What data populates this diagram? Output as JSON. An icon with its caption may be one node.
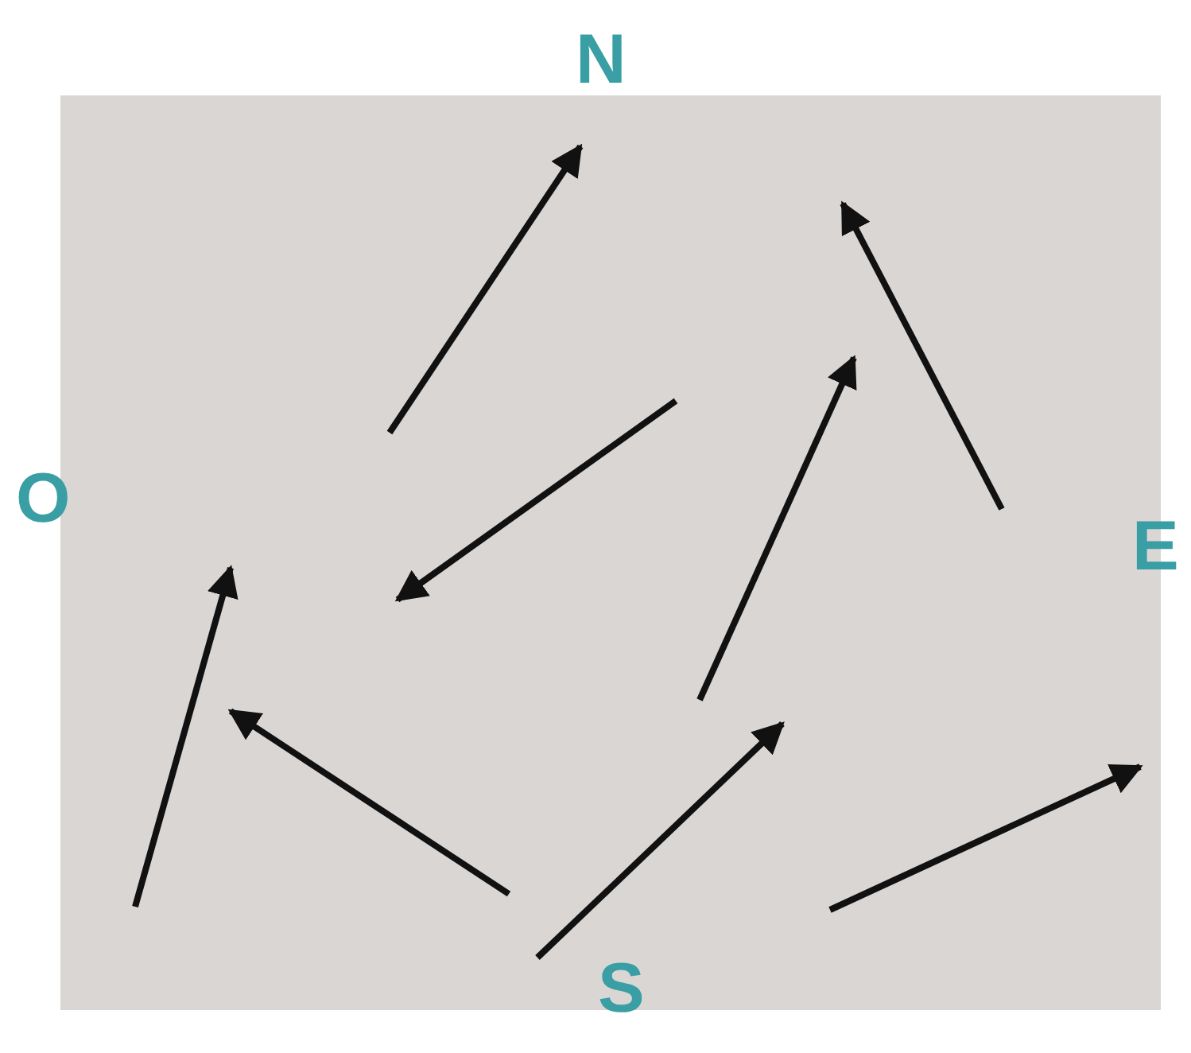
{
  "diagram": {
    "labels": [
      "N",
      "O",
      "E",
      "S"
    ]
  }
}
